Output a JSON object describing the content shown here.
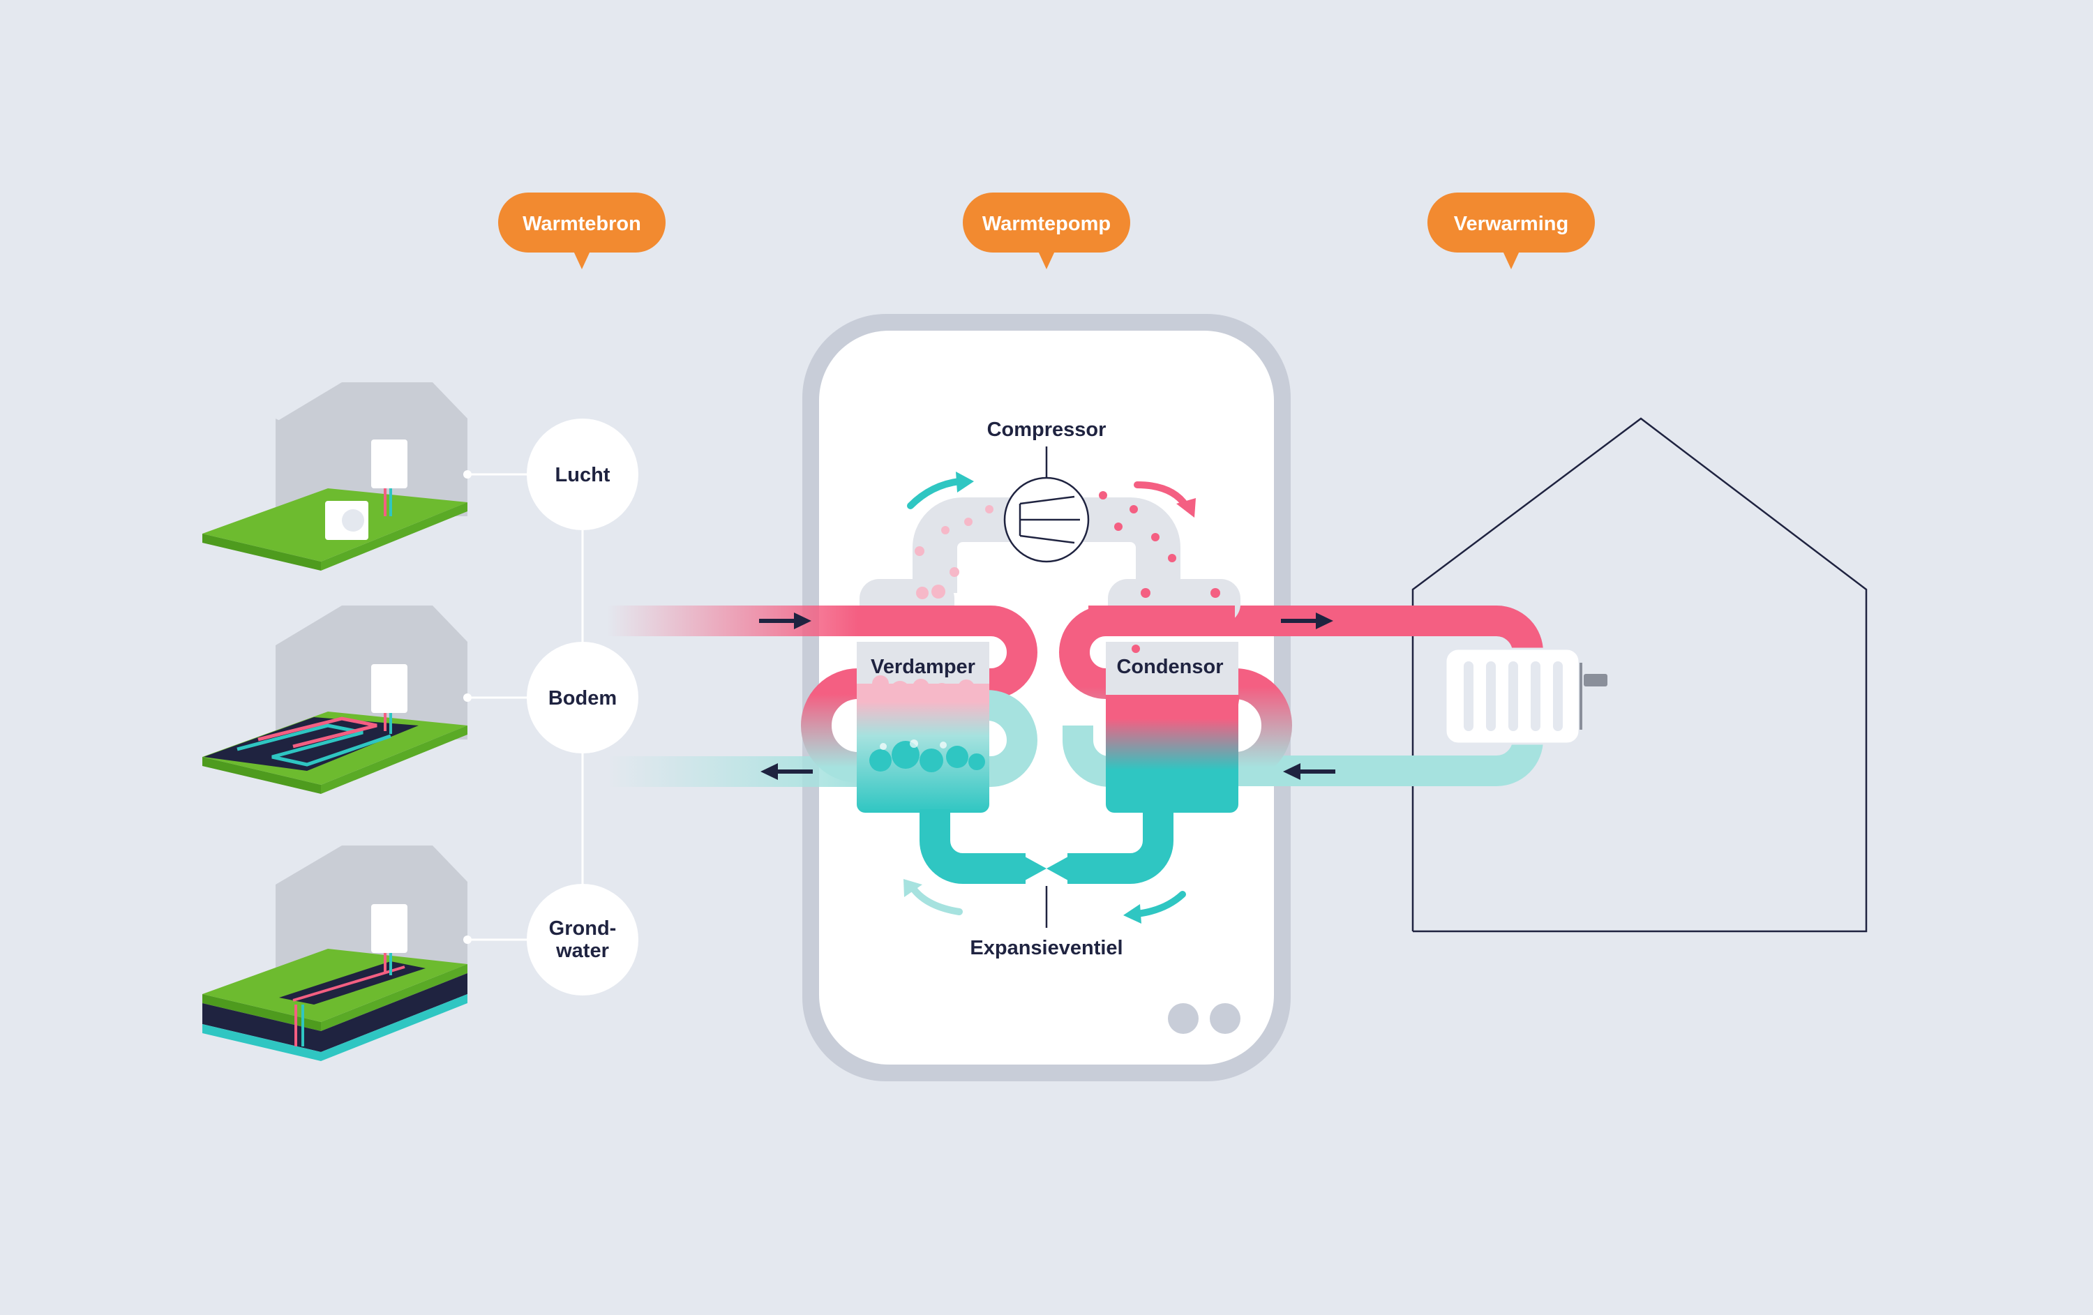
{
  "tags": {
    "source": "Warmtebron",
    "pump": "Warmtepomp",
    "heating": "Verwarming"
  },
  "sources": {
    "air": "Lucht",
    "ground": "Bodem",
    "groundwater_line1": "Grond-",
    "groundwater_line2": "water"
  },
  "components": {
    "compressor": "Compressor",
    "evaporator": "Verdamper",
    "condenser": "Condensor",
    "expansion_valve": "Expansieventiel"
  },
  "colors": {
    "background": "#E4E8EF",
    "tag": "#F28A30",
    "hot": "#F45F82",
    "cold": "#2FC6C2",
    "cold_light": "#A6E2DF",
    "dark": "#1F2340",
    "pump_frame": "#C8CDD8",
    "grass": "#6DBB2F",
    "house_wall": "#C9CDD5"
  }
}
